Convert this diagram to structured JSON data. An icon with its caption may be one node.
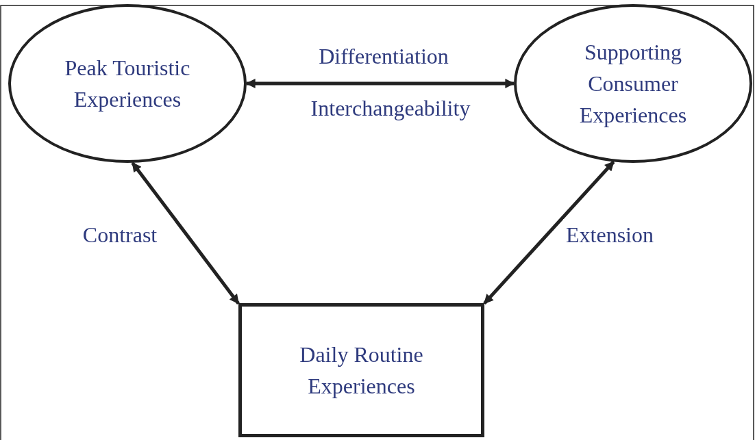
{
  "diagram": {
    "nodes": [
      {
        "text": [
          "Peak Touristic Experiences"
        ]
      },
      {
        "text": [
          "Supporting Consumer Experiences"
        ]
      },
      {
        "text": [
          "Daily Routine Experiences"
        ]
      }
    ],
    "edges": [
      {
        "from": 0,
        "to": 1,
        "arrow": "both",
        "label": "Differentiation"
      },
      {
        "from": 0,
        "to": 2,
        "arrow": "both",
        "label": "Contrast"
      },
      {
        "from": 1,
        "to": 2,
        "arrow": "both",
        "label": "Extension"
      }
    ],
    "labels": [
      "Interchangeability"
    ]
  }
}
